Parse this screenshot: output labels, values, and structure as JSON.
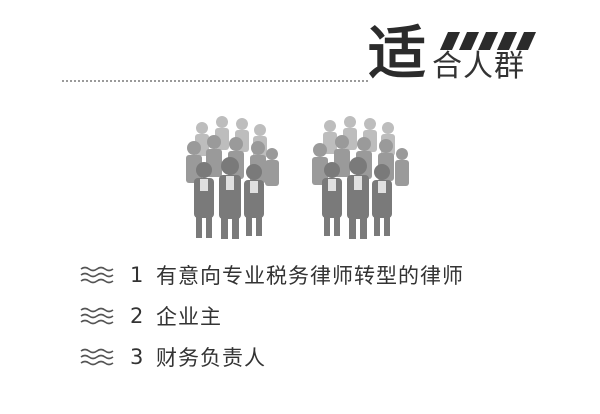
{
  "header": {
    "title_big": "适",
    "title_rest": "合人群"
  },
  "illustration": {
    "icon": "crowd-of-people-illustration"
  },
  "list": {
    "items": [
      {
        "num": "1",
        "text": "有意向专业税务律师转型的律师"
      },
      {
        "num": "2",
        "text": "企业主"
      },
      {
        "num": "3",
        "text": "财务负责人"
      }
    ],
    "bullet_icon": "wave-lines-icon"
  },
  "colors": {
    "text": "#333333",
    "rule": "#9a9a9a",
    "stripe": "#2b2b2b"
  }
}
